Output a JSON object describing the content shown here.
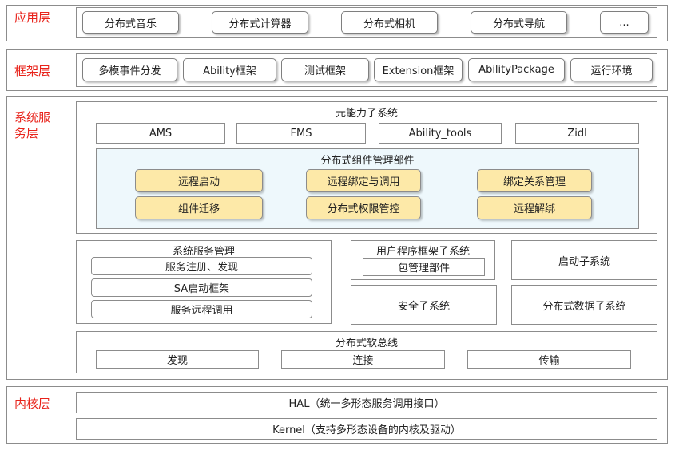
{
  "app_layer": {
    "label": "应用层",
    "items": [
      "分布式音乐",
      "分布式计算器",
      "分布式相机",
      "分布式导航",
      "..."
    ]
  },
  "framework_layer": {
    "label": "框架层",
    "items": [
      "多模事件分发",
      "Ability框架",
      "测试框架",
      "Extension框架",
      "AbilityPackage",
      "运行环境"
    ]
  },
  "service_layer": {
    "label_line1": "系统服",
    "label_line2": "务层",
    "ability_subsystem": {
      "title": "元能力子系统",
      "items": [
        "AMS",
        "FMS",
        "Ability_tools",
        "Zidl"
      ],
      "component_mgmt": {
        "title": "分布式组件管理部件",
        "items": [
          "远程启动",
          "远程绑定与调用",
          "绑定关系管理",
          "组件迁移",
          "分布式权限管控",
          "远程解绑"
        ]
      }
    },
    "samgr": {
      "title": "系统服务管理",
      "items": [
        "服务注册、发现",
        "SA启动框架",
        "服务远程调用"
      ]
    },
    "user_program": {
      "title": "用户程序框架子系统",
      "item": "包管理部件"
    },
    "startup": "启动子系统",
    "security": "安全子系统",
    "distributed_data": "分布式数据子系统",
    "softbus": {
      "title": "分布式软总线",
      "items": [
        "发现",
        "连接",
        "传输"
      ]
    }
  },
  "kernel_layer": {
    "label": "内核层",
    "hal": "HAL（统一多形态服务调用接口）",
    "kernel": "Kernel（支持多形态设备的内核及驱动）"
  },
  "colors": {
    "layer_label": "#e8231b",
    "highlight_panel": "#eef8fc",
    "component_fill": "#fde9a8",
    "border": "#8c8c8c"
  }
}
